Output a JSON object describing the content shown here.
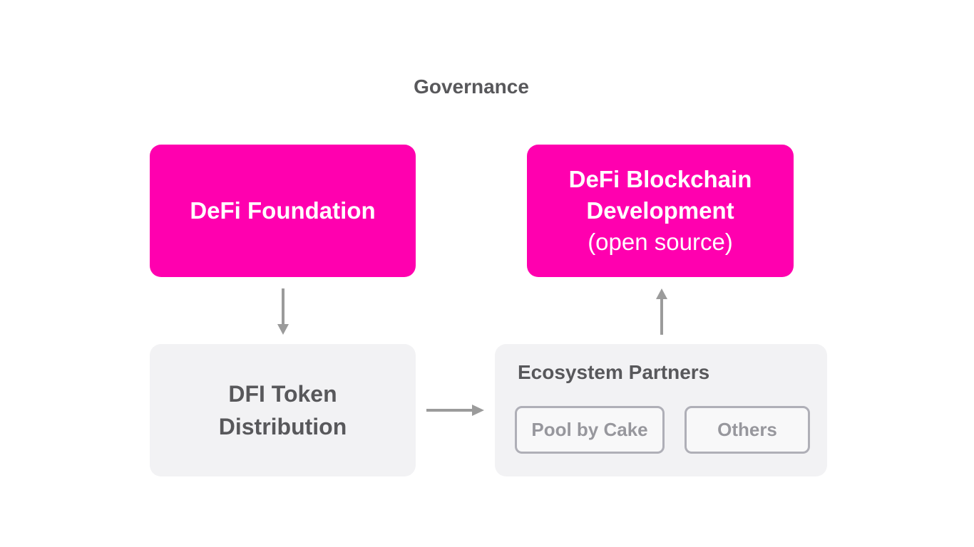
{
  "diagram": {
    "title": "Governance",
    "nodes": {
      "defi_foundation": {
        "label": "DeFi Foundation"
      },
      "defi_blockchain": {
        "line1": "DeFi Blockchain",
        "line2": "Development",
        "line3": "(open source)"
      },
      "dfi_token_distribution": {
        "line1": "DFI Token",
        "line2": "Distribution"
      },
      "ecosystem_partners": {
        "heading": "Ecosystem Partners",
        "partners": [
          {
            "label": "Pool by Cake"
          },
          {
            "label": "Others"
          }
        ]
      }
    },
    "arrows": [
      {
        "name": "foundation-to-token-distribution",
        "direction": "down"
      },
      {
        "name": "token-distribution-to-ecosystem",
        "direction": "right"
      },
      {
        "name": "ecosystem-to-blockchain-development",
        "direction": "up"
      }
    ],
    "colors": {
      "brand_pink": "#FF00AF",
      "panel_gray": "#F2F2F4",
      "text_dark": "#58585B",
      "text_muted": "#97979D",
      "border_muted": "#AFAFB7",
      "arrow_gray": "#9B9B9B"
    }
  }
}
